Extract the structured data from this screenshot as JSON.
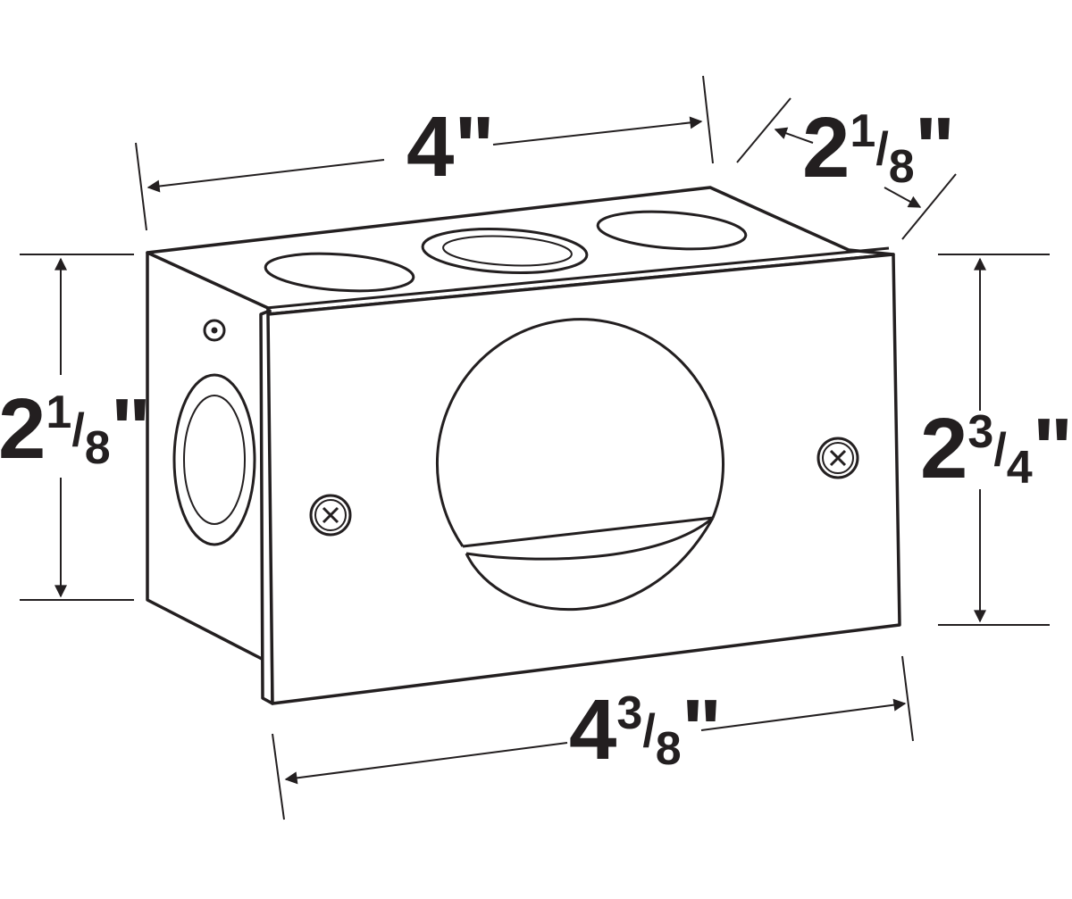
{
  "title": "Electrical box dimensions",
  "colors": {
    "ink": "#231f20",
    "background": "#ffffff"
  },
  "dimensions": {
    "top_width": {
      "whole": "4",
      "num": "",
      "den": "",
      "unit": "\""
    },
    "depth": {
      "whole": "2",
      "num": "1",
      "den": "8",
      "unit": "\""
    },
    "side_height": {
      "whole": "2",
      "num": "1",
      "den": "8",
      "unit": "\""
    },
    "front_height": {
      "whole": "2",
      "num": "3",
      "den": "4",
      "unit": "\""
    },
    "front_width": {
      "whole": "4",
      "num": "3",
      "den": "8",
      "unit": "\""
    }
  }
}
